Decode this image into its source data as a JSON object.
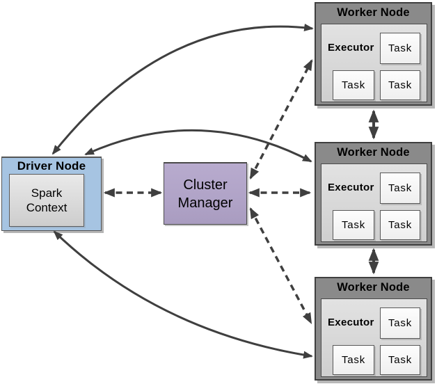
{
  "diagram": {
    "driver": {
      "title": "Driver Node",
      "context": "Spark Context"
    },
    "cluster_manager": {
      "title": "Cluster Manager"
    },
    "workers": [
      {
        "title": "Worker Node",
        "executor": "Executor",
        "tasks": [
          "Task",
          "Task",
          "Task"
        ]
      },
      {
        "title": "Worker Node",
        "executor": "Executor",
        "tasks": [
          "Task",
          "Task",
          "Task"
        ]
      },
      {
        "title": "Worker Node",
        "executor": "Executor",
        "tasks": [
          "Task",
          "Task",
          "Task"
        ]
      }
    ],
    "arrows": [
      {
        "name": "driver-worker1",
        "style": "solid-curve",
        "bidirectional": true
      },
      {
        "name": "driver-worker2",
        "style": "solid-curve",
        "bidirectional": true
      },
      {
        "name": "driver-worker3",
        "style": "solid-curve",
        "bidirectional": true
      },
      {
        "name": "driver-cluster-manager",
        "style": "dashed",
        "bidirectional": true
      },
      {
        "name": "cluster-manager-worker1",
        "style": "dashed",
        "bidirectional": true
      },
      {
        "name": "cluster-manager-worker2",
        "style": "dashed",
        "bidirectional": true
      },
      {
        "name": "cluster-manager-worker3",
        "style": "dashed",
        "bidirectional": true
      },
      {
        "name": "worker1-worker2",
        "style": "solid",
        "bidirectional": true
      },
      {
        "name": "worker2-worker3",
        "style": "solid",
        "bidirectional": true
      }
    ],
    "colors": {
      "driver_fill": "#a6c4e2",
      "context_fill": "#d9d9d9",
      "manager_fill": "#b0a3c7",
      "worker_fill": "#8a8a8a",
      "executor_fill": "#d8d8d8",
      "task_fill": "#fbfbfb",
      "arrow": "#3f3f3f",
      "background": "#ffffff"
    }
  }
}
